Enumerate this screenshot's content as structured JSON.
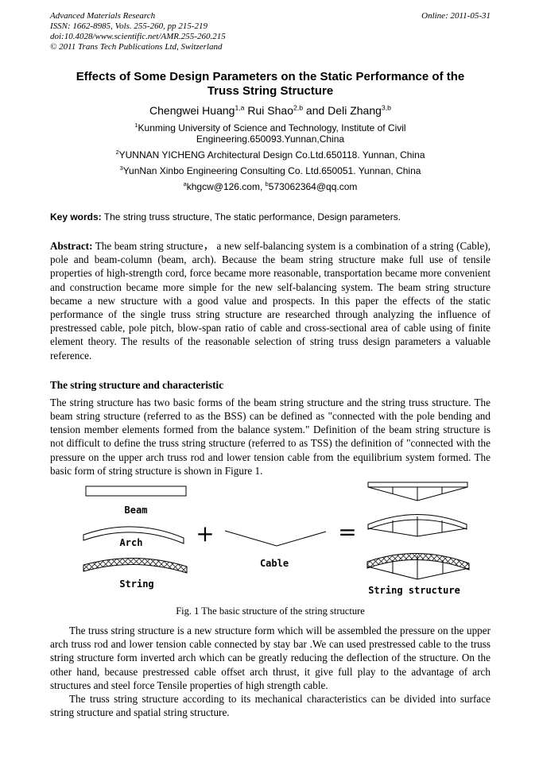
{
  "header": {
    "journal": "Advanced Materials Research",
    "issn": "ISSN: 1662-8985, Vols. 255-260, pp 215-219",
    "doi": "doi:10.4028/www.scientific.net/AMR.255-260.215",
    "copyright": "© 2011 Trans Tech Publications Ltd, Switzerland",
    "online": "Online: 2011-05-31"
  },
  "title": {
    "line1": "Effects of Some Design Parameters on the Static Performance of the",
    "line2": "Truss String Structure"
  },
  "authors": [
    {
      "name": "Chengwei Huang",
      "sup": "1,a"
    },
    {
      "name": " Rui Shao",
      "sup": "2,b"
    },
    {
      "name": " and Deli Zhang",
      "sup": "3,b"
    }
  ],
  "affiliations": [
    {
      "sup": "1",
      "line1": "Kunming University of Science and Technology, Institute of Civil",
      "line2": "Engineering.650093.Yunnan,China"
    },
    {
      "sup": "2",
      "text": "YUNNAN YICHENG Architectural Design Co.Ltd.650118. Yunnan, China"
    },
    {
      "sup": "3",
      "text": "YunNan Xinbo Engineering Consulting Co. Ltd.650051. Yunnan, China"
    }
  ],
  "emails": {
    "sup_a": "a",
    "email_a": "khgcw@126.com, ",
    "sup_b": "b",
    "email_b": "573062364@qq.com"
  },
  "keywords": {
    "label": "Key words:",
    "text": " The string truss structure, The static performance, Design parameters."
  },
  "abstract": {
    "label": "Abstract:",
    "text": " The beam string structure， a new self-balancing system is a combination of a string (Cable), pole and beam-column (beam, arch). Because the beam string structure make full use of tensile properties of high-strength cord, force became more reasonable, transportation became more convenient and construction became more simple for the new self-balancing system. The beam string structure became a new structure with a good value and prospects. In this paper the effects of the static performance of the single truss string structure are researched through analyzing the influence of prestressed cable, pole pitch, blow-span ratio of cable and cross-sectional area of cable using of finite element theory. The results of the reasonable selection of string truss design parameters a valuable reference."
  },
  "section1": {
    "heading": "The string structure and characteristic",
    "para1": "The string structure has two basic forms of the beam string structure and the string truss structure. The beam string structure (referred to as the BSS) can be defined as \"connected with the pole bending and tension member elements formed from the balance system.\" Definition of the beam string structure is not difficult to define the truss string structure (referred to as TSS) the definition of \"connected with the pressure on the upper arch truss rod and lower tension cable from the equilibrium system formed. The basic form of string structure is shown in Figure 1.",
    "para2": "The truss string structure is a new structure form which will be assembled the pressure on the upper arch truss rod and lower tension cable connected by stay bar .We can used prestressed cable to the truss string structure form inverted arch which can be greatly reducing the deflection of the structure. On the other hand, because prestressed cable offset arch thrust, it give full play to the advantage of arch structures and steel force Tensile properties of high strength cable.",
    "para3": "The truss string structure according to its mechanical characteristics can be divided into surface string structure and spatial string structure."
  },
  "figure": {
    "labels": {
      "beam": "Beam",
      "arch": "Arch",
      "string": "String",
      "cable": "Cable",
      "result": "String structure"
    },
    "operators": {
      "plus": "+",
      "equals": "="
    },
    "caption": "Fig. 1 The basic structure of the string structure"
  }
}
